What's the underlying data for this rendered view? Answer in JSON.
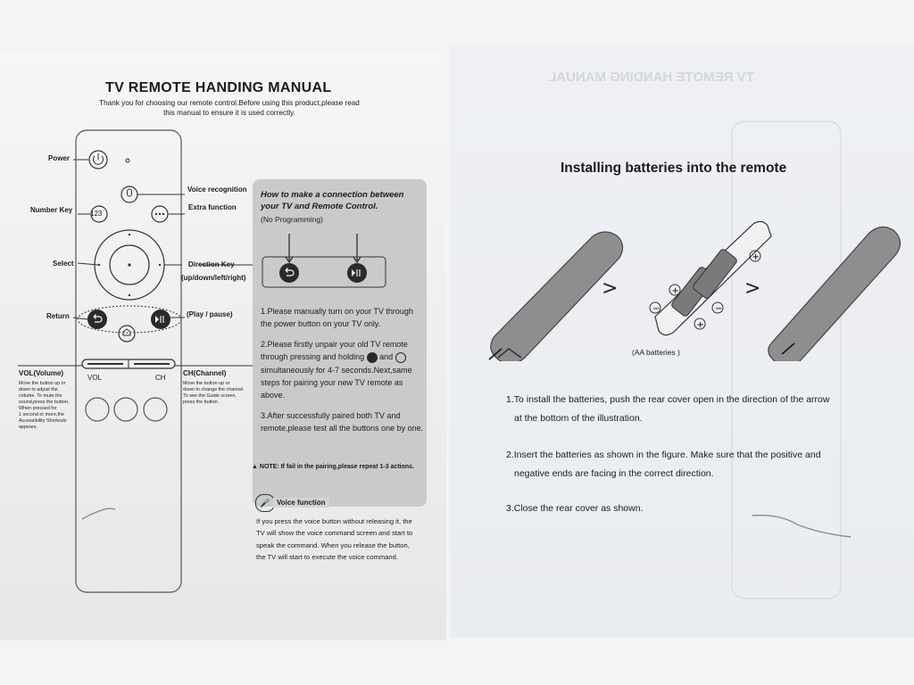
{
  "left": {
    "title": "TV REMOTE  HANDING MANUAL",
    "intro_line1": "Thank you for choosing our remote control.Before using this product,please read",
    "intro_line2": "this manual to ensure it is used correctly.",
    "labels": {
      "power": "Power",
      "voice": "Voice recognition",
      "extra": "Extra function",
      "number": "Number Key",
      "select": "Select",
      "direction": "Direction Key",
      "direction_sub": "(up/down/left/right)",
      "return": "Return",
      "play": "(Play / pause)",
      "vol": "VOL(Volume)",
      "ch": "CH(Channel)",
      "vol_text": "VOL",
      "ch_text": "CH",
      "num_text": "123"
    },
    "vol_desc": [
      "Move the button up or",
      "down to adjust the",
      "volume. To mute the",
      "sound,press the button.",
      "When pressed for",
      "1 second or more,the",
      "Accessibility Shortcuts",
      "appears."
    ],
    "ch_desc": [
      "Move the button up or",
      "down to change the channel",
      "To see the Guide screen,",
      "press the button."
    ],
    "connect_title1": "How to make a connection between",
    "connect_title2": "your TV and Remote Control.",
    "connect_sub": "(No Programming)",
    "step1": "1.Please manually turn on your TV through the power button on your TV only.",
    "step2": "2.Please firstly unpair your old TV remote through pressing and holding",
    "step2b": "and",
    "step2c": "simultaneously for 4-7 seconds.Next,same steps for pairing your new TV remote as above.",
    "step3": "3.After successfully paired both TV and remote,please test all the buttons one by one.",
    "note": "NOTE:  If fail in the pairing,please repeat 1-3 actions.",
    "voice_title": "Voice function",
    "voice_text": "If you press the voice button without releasing it, the TV will show the voice command screen and start to speak the command. When you release the button, the TV will start to execute the voice command."
  },
  "right": {
    "title": "Installing batteries into the remote",
    "caption": "(AA batteries )",
    "step1a": "1.To install the batteries, push the rear cover open in the direction of the arrow",
    "step1b": "at the bottom of the illustration.",
    "step2a": "2.Insert the batteries as shown in the figure. Make sure that the positive and",
    "step2b": "negative ends are facing in the correct direction.",
    "step3": "3.Close the rear cover as shown."
  }
}
